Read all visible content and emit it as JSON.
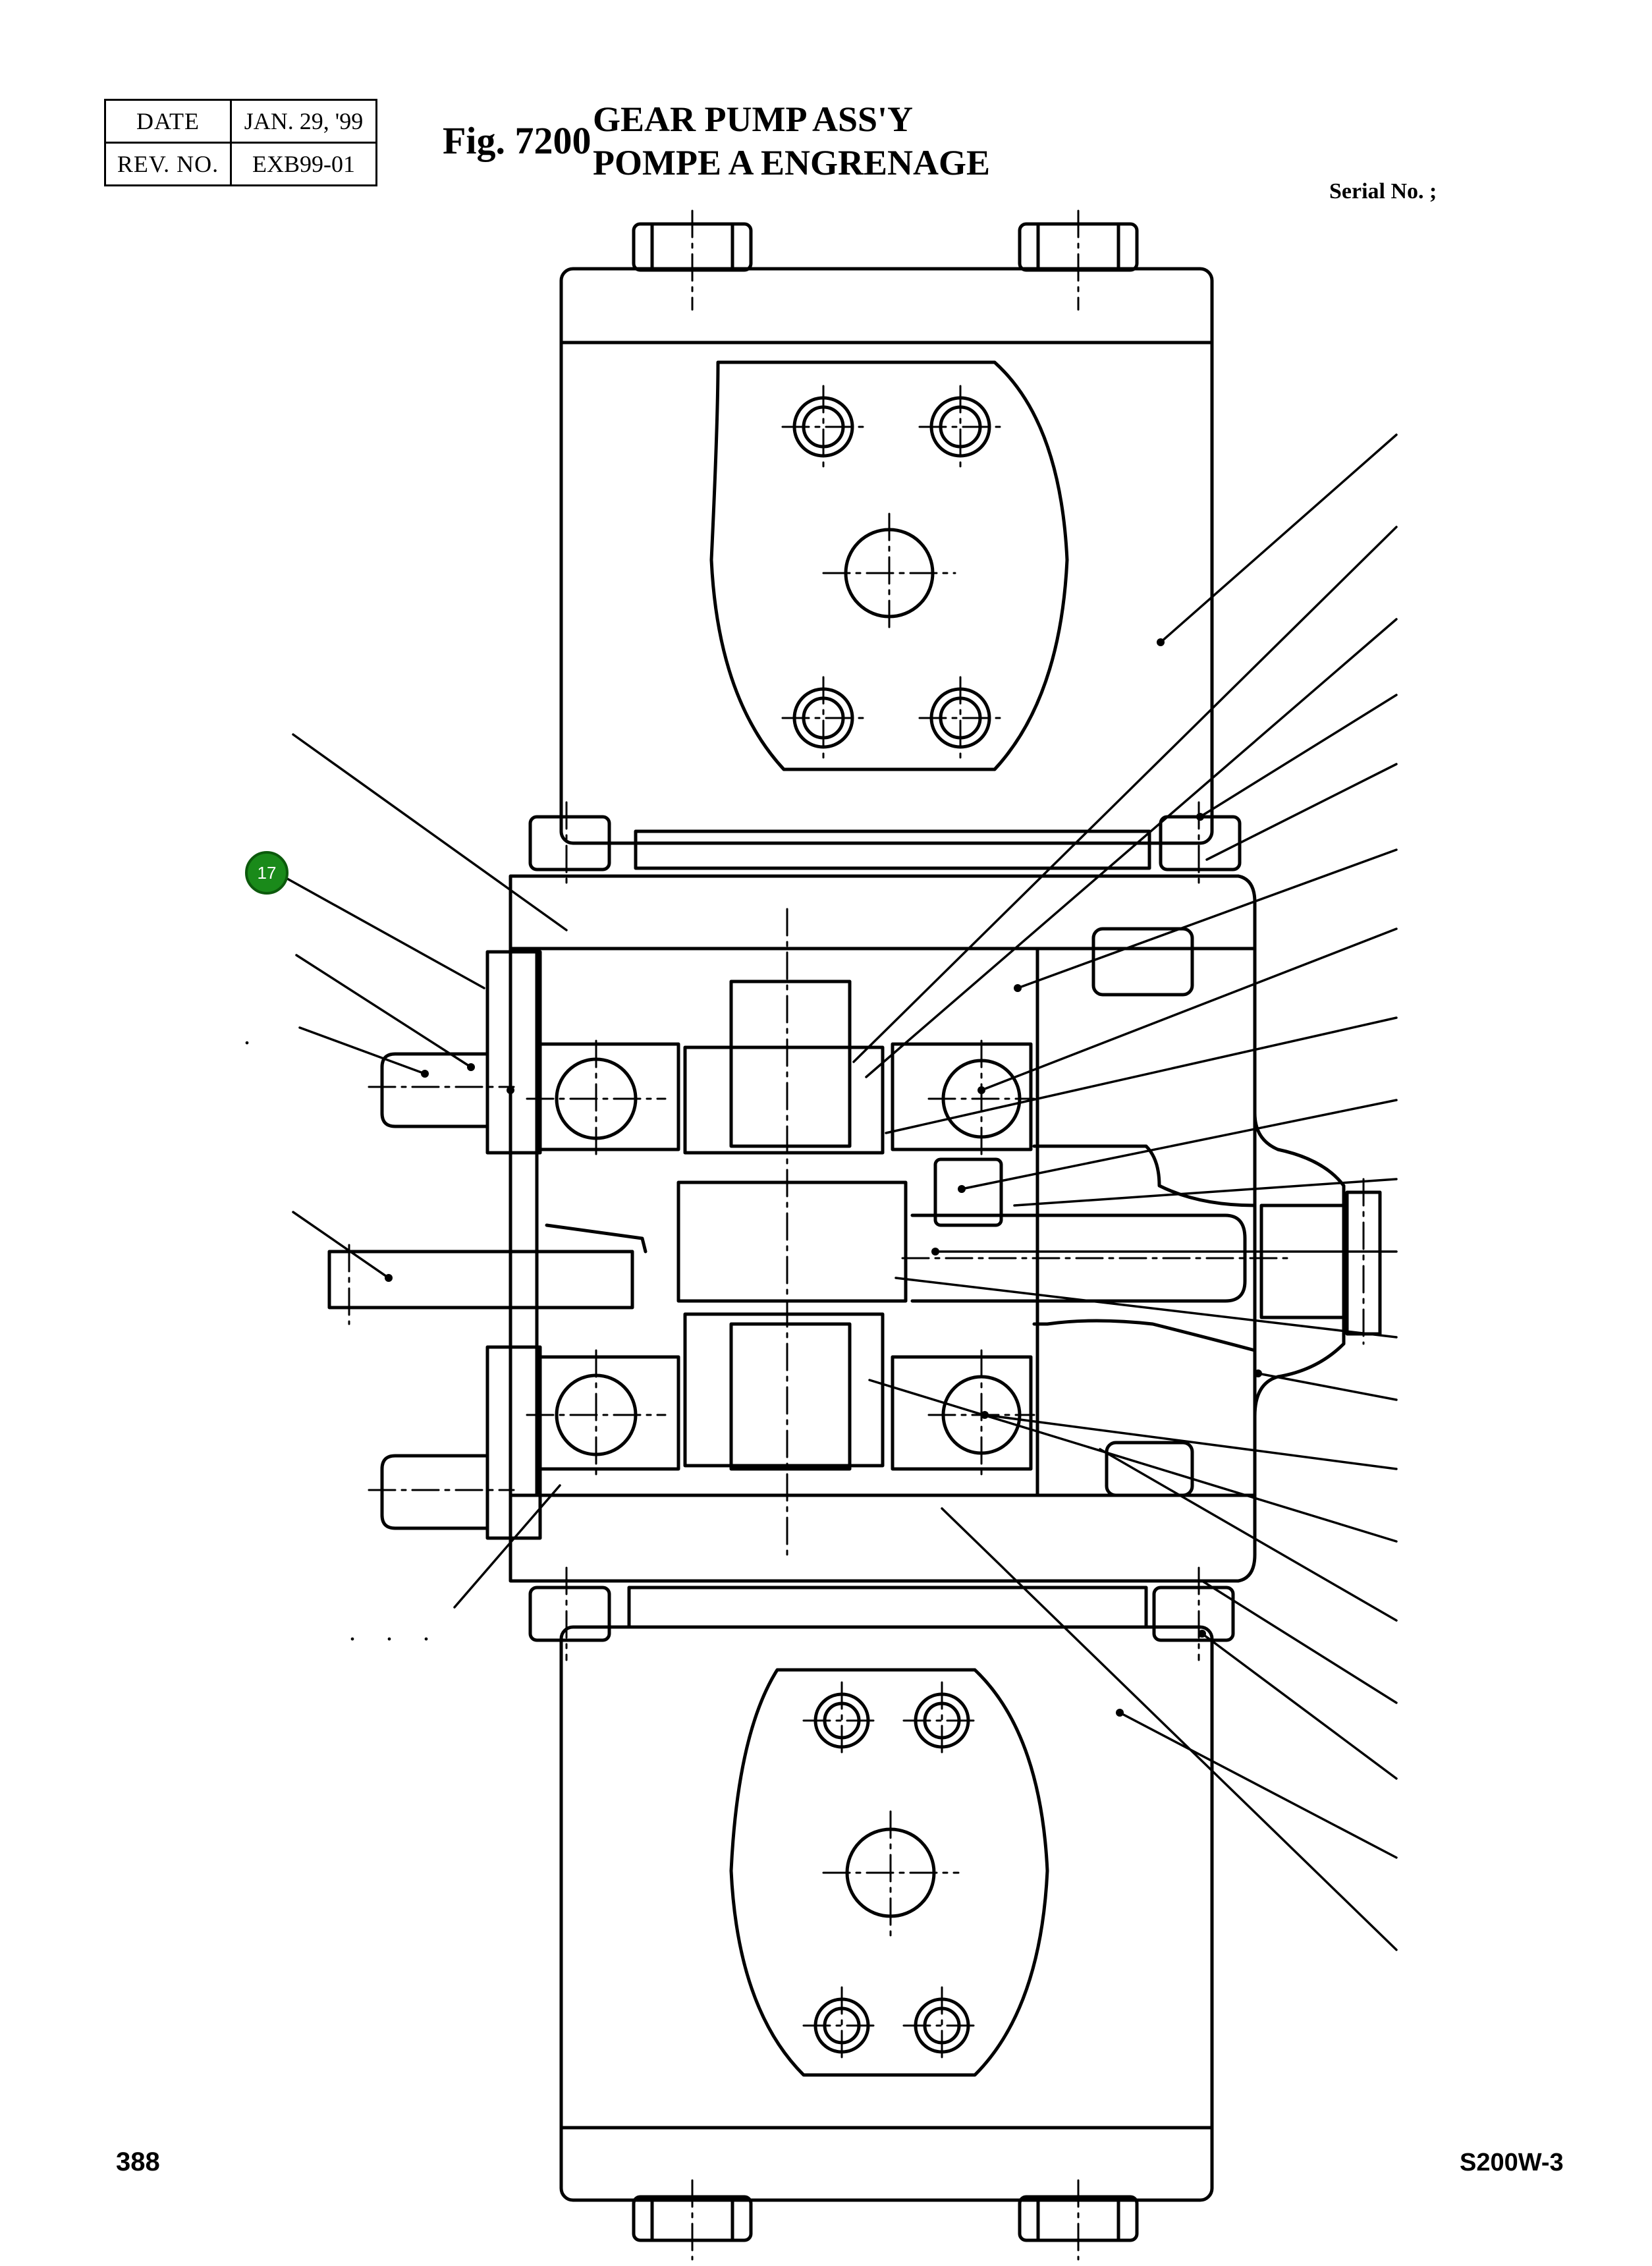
{
  "header": {
    "date_label": "DATE",
    "date_value": "JAN. 29, '99",
    "rev_label": "REV. NO.",
    "rev_value": "EXB99-01",
    "fig_number": "Fig. 7200",
    "title_en": "GEAR PUMP ASS'Y",
    "title_fr": "POMPE A ENGRENAGE",
    "serial_label": "Serial No. ;"
  },
  "diagram": {
    "callout_badge": {
      "label": "17",
      "color": "#1a8a1a"
    },
    "stray_marks": [
      ".",
      ". . ."
    ]
  },
  "footer": {
    "page_number": "388",
    "model": "S200W-3"
  }
}
